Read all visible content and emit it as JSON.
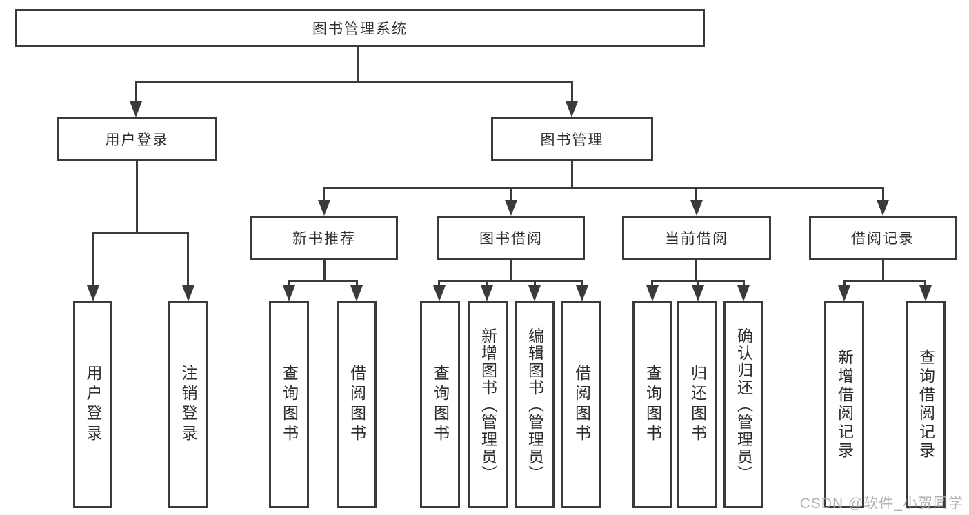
{
  "diagram": {
    "title": "图书管理系统",
    "root": {
      "label": "图书管理系统"
    },
    "branches": [
      {
        "label": "用户登录",
        "children": [
          {
            "label": "用户登录"
          },
          {
            "label": "注销登录"
          }
        ]
      },
      {
        "label": "图书管理",
        "children": [
          {
            "label": "新书推荐",
            "children": [
              {
                "label": "查询图书"
              },
              {
                "label": "借阅图书"
              }
            ]
          },
          {
            "label": "图书借阅",
            "children": [
              {
                "label": "查询图书"
              },
              {
                "label": "新增图书（管理员）"
              },
              {
                "label": "编辑图书（管理员）"
              },
              {
                "label": "借阅图书"
              }
            ]
          },
          {
            "label": "当前借阅",
            "children": [
              {
                "label": "查询图书"
              },
              {
                "label": "归还图书"
              },
              {
                "label": "确认归还（管理员）"
              }
            ]
          },
          {
            "label": "借阅记录",
            "children": [
              {
                "label": "新增借阅记录"
              },
              {
                "label": "查询借阅记录"
              }
            ]
          }
        ]
      }
    ]
  },
  "watermark": {
    "text": "CSDN @软件_小贺同学"
  },
  "colors": {
    "line": "#3a3a3a",
    "text": "#2d2d2d",
    "background": "#ffffff",
    "watermark": "#aaaaaa"
  }
}
